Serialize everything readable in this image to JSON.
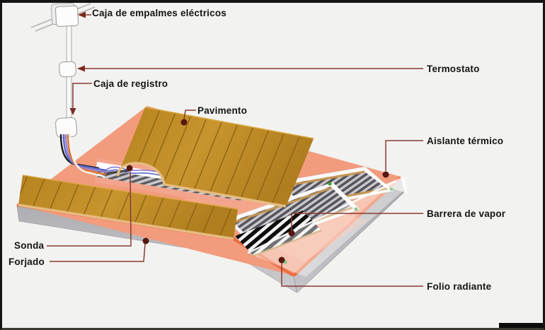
{
  "diagram": {
    "description": "Esquema de suelo radiante por folio radiante (radiant floor heating diagram)",
    "labels": {
      "caja_empalmes": "Caja de empalmes eléctricos",
      "termostato": "Termostato",
      "caja_registro": "Caja de registro",
      "pavimento": "Pavimento",
      "aislante_termico": "Aislante térmico",
      "barrera_vapor": "Barrera de vapor",
      "sonda": "Sonda",
      "forjado": "Forjado",
      "folio_radiante": "Folio radiante"
    },
    "colors": {
      "leader_line": "#8A3A30",
      "leader_dot": "#571812",
      "wood": "#C08C2B",
      "wood_edge": "#E6BC82",
      "insulation": "#F29B7D",
      "insulation_edge": "#ED6B40",
      "slab": "#C2C2C6",
      "film_dark": "#54545A",
      "film_light": "#CACACE",
      "busbar": "#C79550",
      "connector_green": "#3F9E36",
      "background": "#F2F2F0"
    }
  }
}
